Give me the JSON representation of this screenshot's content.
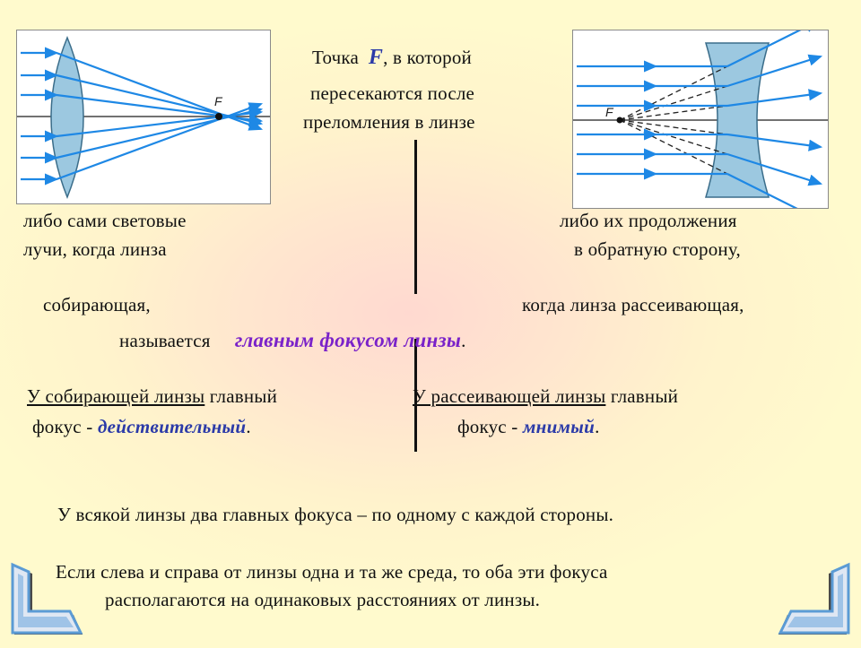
{
  "title": {
    "pre": "Точка",
    "symbol": "F",
    "post": ", в которой",
    "line2": "пересекаются после",
    "line3": "преломления в линзе"
  },
  "left_col": {
    "line1": "либо сами световые",
    "line2": "лучи, когда линза",
    "line3": "собирающая,"
  },
  "right_col": {
    "line1": "либо их  продолжения",
    "line2": "в обратную сторону,",
    "line3": "когда линза рассеивающая,"
  },
  "called": {
    "prefix": "называется",
    "term": "главным фокусом линзы",
    "period": "."
  },
  "converging": {
    "underlined": "У собирающей линзы",
    "rest": " главный",
    "focus_prefix": "фокус   - ",
    "focus_type": "действительный",
    "period": "."
  },
  "diverging": {
    "underlined": "У  рассеивающей линзы",
    "rest": " главный",
    "focus_prefix": "фокус  - ",
    "focus_type": "мнимый",
    "period": "."
  },
  "statement1": "У всякой линзы два главных фокуса – по одному с каждой стороны.",
  "statement2_line1": "Если слева и справа от линзы одна и та же среда, то оба эти фокуса",
  "statement2_line2": "располагаются на одинаковых расстояниях от линзы.",
  "diagram_labels": {
    "left_focus": "F",
    "right_focus": "F"
  },
  "colors": {
    "ray": "#1e88e5",
    "lens": "#9cc8e0",
    "accent_blue": "#2b3aa8",
    "accent_purple": "#7a22c9",
    "nav_bevel": "#5b9bd5"
  },
  "icons": [
    "prev-arrow-icon",
    "next-arrow-icon"
  ]
}
